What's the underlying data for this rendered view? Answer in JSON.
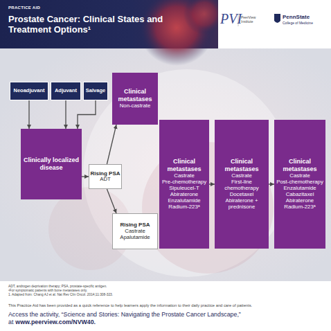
{
  "diagram": {
    "title": "Prostate Cancer: Clinical States and Treatment Options¹",
    "nodes": [
      {
        "text": [
          "Neoadjuvant"
        ]
      },
      {
        "text": [
          "Adjuvant"
        ]
      },
      {
        "text": [
          "Salvage"
        ]
      },
      {
        "text": [
          "Clinically localized disease"
        ]
      },
      {
        "text": [
          "Rising PSA",
          "ADT"
        ]
      },
      {
        "text": [
          "Clinical metastases",
          "Non-castrate"
        ]
      },
      {
        "text": [
          "Rising PSA",
          "Castrate",
          "Apalutamide"
        ]
      },
      {
        "text": [
          "Clinical metastases",
          "Castrate",
          "Pre-chemotherapy",
          "Sipuleucel-T",
          "Abiraterone",
          "Enzalutamide",
          "Radium-223ᵃ"
        ]
      },
      {
        "text": [
          "Clinical metastases",
          "Castrate",
          "First-line chemotherapy",
          "Docetaxel",
          "Abiraterone + prednisone"
        ]
      },
      {
        "text": [
          "Clinical metastases",
          "Castrate",
          "Post-chemotherapy",
          "Enzalutamide",
          "Cabazitaxel",
          "Abiraterone",
          "Radium-223ᵃ"
        ]
      }
    ],
    "edges": [
      {
        "from": 0,
        "to": 3,
        "arrow": "to"
      },
      {
        "from": 1,
        "to": 3,
        "arrow": "to"
      },
      {
        "from": 2,
        "to": 3,
        "arrow": "to"
      },
      {
        "from": 3,
        "to": 4,
        "arrow": "to"
      },
      {
        "from": 4,
        "to": 5,
        "arrow": "to"
      },
      {
        "from": 4,
        "to": 6,
        "arrow": "to"
      },
      {
        "from": 7,
        "to": 8,
        "arrow": "to"
      },
      {
        "from": 8,
        "to": 9,
        "arrow": "to"
      }
    ],
    "labels": [
      "PRACTICE AID",
      "PVI",
      "PeerView Institute",
      "PennState",
      "College of Medicine",
      "ADT, androgen deprivation therapy; PSA, prostate-specific antigen.",
      "ᵃFor symptomatic patients with bone metastases only.",
      "1. Adapted from: Chang AJ et al. Nat Rev Clin Oncol. 2014;11:308-323.",
      "This Practice Aid has been provided as a quick reference to help learners apply the information to their daily practice and care of patients.",
      "Access the activity, “Science and Stories: Navigating the Prostate Cancer Landscape,” at",
      "www.peerview.com/NVW40."
    ]
  }
}
